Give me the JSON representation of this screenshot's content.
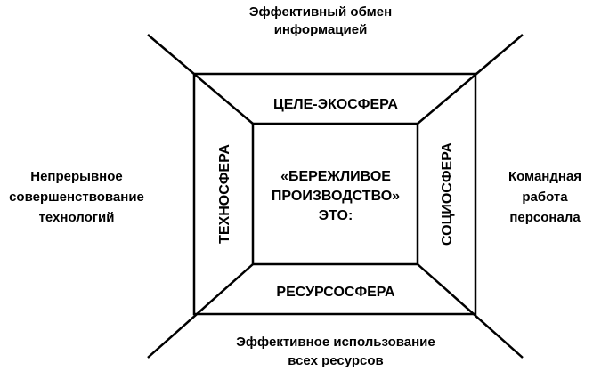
{
  "outer_labels": {
    "top": [
      "Эффективный обмен",
      "информацией"
    ],
    "left": [
      "Непрерывное",
      "совершенствование",
      "технологий"
    ],
    "right": [
      "Командная",
      "работа",
      "персонала"
    ],
    "bottom": [
      "Эффективное использование",
      "всех ресурсов"
    ]
  },
  "spheres": {
    "top": "ЦЕЛЕ-ЭКОСФЕРА",
    "left": "ТЕХНОСФЕРА",
    "right": "СОЦИОСФЕРА",
    "bottom": "РЕСУРСОСФЕРА"
  },
  "center": [
    "«БЕРЕЖЛИВОЕ",
    "ПРОИЗВОДСТВО»",
    "ЭТО:"
  ]
}
